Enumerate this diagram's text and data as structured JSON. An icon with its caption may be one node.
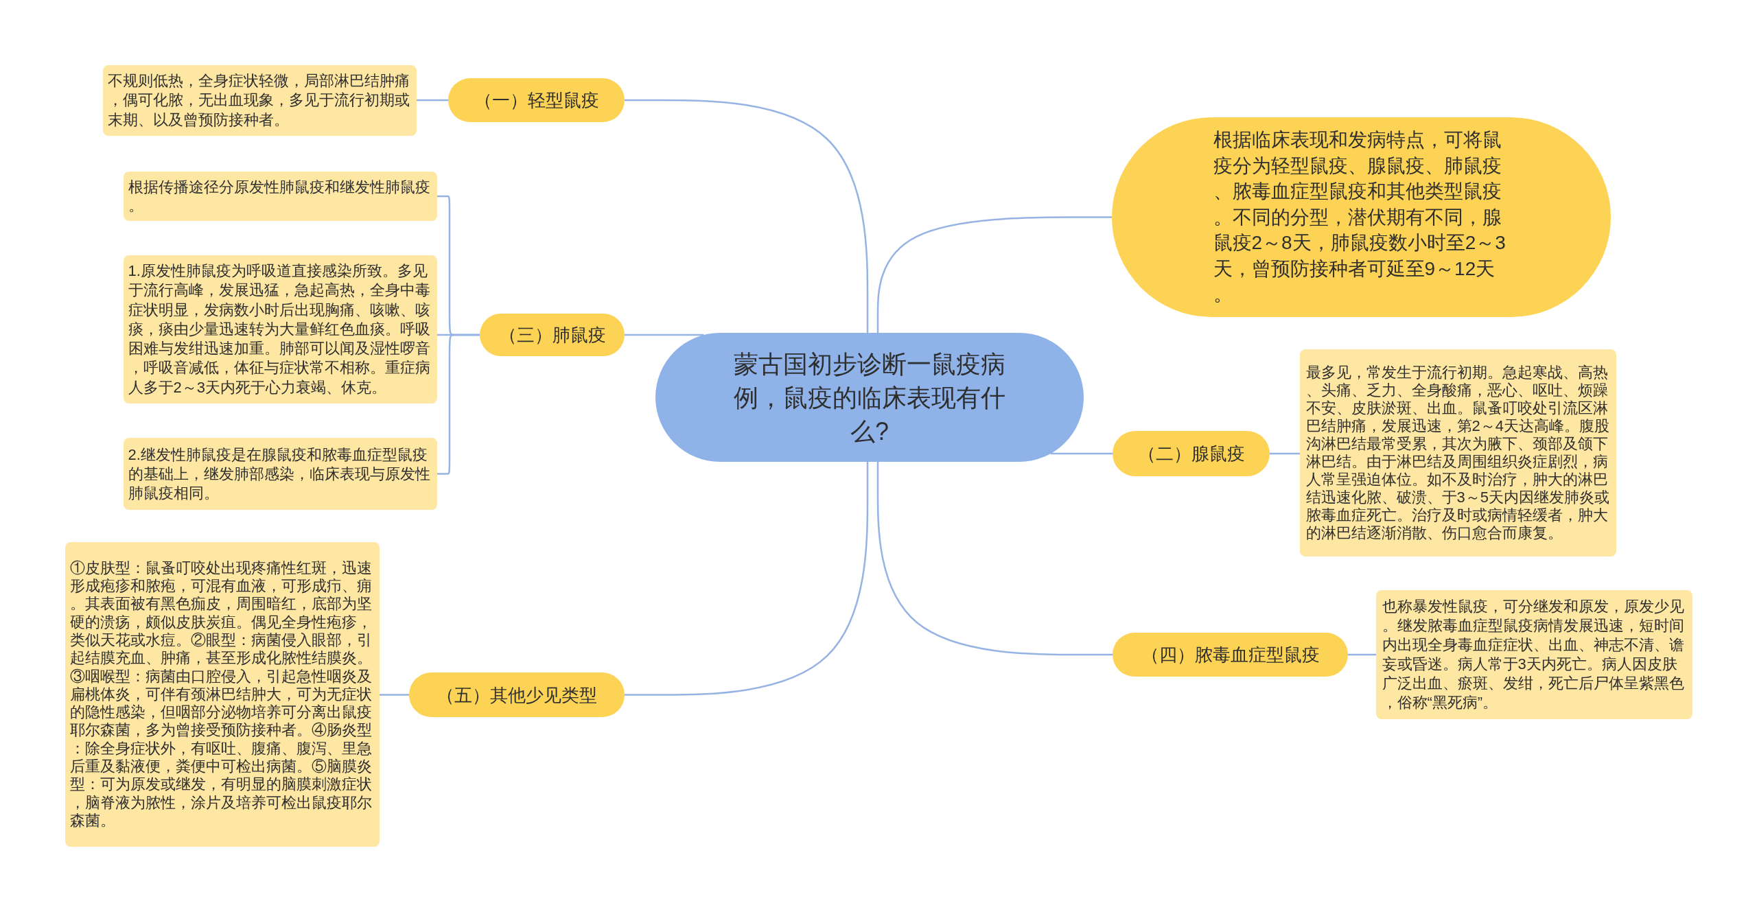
{
  "diagram": {
    "nodes": [
      {
        "text": [
          "蒙古国初步诊断一鼠疫病例，鼠疫的临床表现有什么?"
        ]
      },
      {
        "text": [
          "根据临床表现和发病特点，可将鼠疫分为轻型鼠疫、腺鼠疫、肺鼠疫、脓毒血症型鼠疫和其他类型鼠疫。不同的分型，潜伏期有不同，腺鼠疫2～8天，肺鼠疫数小时至2～3天，曾预防接种者可延至9～12天。"
        ]
      },
      {
        "text": [
          "（一）轻型鼠疫"
        ]
      },
      {
        "text": [
          "不规则低热，全身症状轻微，局部淋巴结肿痛，偶可化脓，无出血现象，多见于流行初期或末期、以及曾预防接种者。"
        ]
      },
      {
        "text": [
          "（二）腺鼠疫"
        ]
      },
      {
        "text": [
          "最多见，常发生于流行初期。急起寒战、高热、头痛、乏力、全身酸痛，恶心、呕吐、烦躁不安、皮肤淤斑、出血。鼠蚤叮咬处引流区淋巴结肿痛，发展迅速，第2～4天达高峰。腹股沟淋巴结最常受累，其次为腋下、颈部及颌下淋巴结。由于淋巴结及周围组织炎症剧烈，病人常呈强迫体位。如不及时治疗，肿大的淋巴结迅速化脓、破溃、于3～5天内因继发肺炎或脓毒血症死亡。治疗及时或病情轻缓者，肿大的淋巴结逐渐消散、伤口愈合而康复。"
        ]
      },
      {
        "text": [
          "（三）肺鼠疫"
        ]
      },
      {
        "text": [
          "根据传播途径分原发性肺鼠疫和继发性肺鼠疫。"
        ]
      },
      {
        "text": [
          "1.原发性肺鼠疫为呼吸道直接感染所致。多见于流行高峰，发展迅猛，急起高热，全身中毒症状明显，发病数小时后出现胸痛、咳嗽、咳痰，痰由少量迅速转为大量鲜红色血痰。呼吸困难与发绀迅速加重。肺部可以闻及湿性啰音，呼吸音减低，体征与症状常不相称。重症病人多于2～3天内死于心力衰竭、休克。"
        ]
      },
      {
        "text": [
          "2.继发性肺鼠疫是在腺鼠疫和脓毒血症型鼠疫的基础上，继发肺部感染，临床表现与原发性肺鼠疫相同。"
        ]
      },
      {
        "text": [
          "（四）脓毒血症型鼠疫"
        ]
      },
      {
        "text": [
          "也称暴发性鼠疫，可分继发和原发，原发少见。继发脓毒血症型鼠疫病情发展迅速，短时间内出现全身毒血症症状、出血、神志不清、谵妄或昏迷。病人常于3天内死亡。病人因皮肤广泛出血、瘀斑、发绀，死亡后尸体呈紫黑色，俗称“黑死病”。"
        ]
      },
      {
        "text": [
          "（五）其他少见类型"
        ]
      },
      {
        "text": [
          "①皮肤型：鼠蚤叮咬处出现疼痛性红斑，迅速形成疱疹和脓疱，可混有血液，可形成疖、痈。其表面被有黑色痂皮，周围暗红，底部为坚硬的溃疡，颇似皮肤炭疽。偶见全身性疱疹，类似天花或水痘。②眼型：病菌侵入眼部，引起结膜充血、肿痛，甚至形成化脓性结膜炎。③咽喉型：病菌由口腔侵入，引起急性咽炎及扁桃体炎，可伴有颈淋巴结肿大，可为无症状的隐性感染，但咽部分泌物培养可分离出鼠疫耶尔森菌，多为曾接受预防接种者。④肠炎型：除全身症状外，有呕吐、腹痛、腹泻、里急后重及黏液便，粪便中可检出病菌。⑤脑膜炎型：可为原发或继发，有明显的脑膜刺激症状，脑脊液为脓性，涂片及培养可检出鼠疫耶尔森菌。"
        ]
      }
    ],
    "edges": [
      {
        "from": 0,
        "to": 1,
        "arrow": "none"
      },
      {
        "from": 0,
        "to": 2,
        "arrow": "none"
      },
      {
        "from": 2,
        "to": 3,
        "arrow": "none"
      },
      {
        "from": 0,
        "to": 4,
        "arrow": "none"
      },
      {
        "from": 4,
        "to": 5,
        "arrow": "none"
      },
      {
        "from": 0,
        "to": 6,
        "arrow": "none"
      },
      {
        "from": 6,
        "to": 7,
        "arrow": "none"
      },
      {
        "from": 6,
        "to": 8,
        "arrow": "none"
      },
      {
        "from": 6,
        "to": 9,
        "arrow": "none"
      },
      {
        "from": 0,
        "to": 10,
        "arrow": "none"
      },
      {
        "from": 10,
        "to": 11,
        "arrow": "none"
      },
      {
        "from": 0,
        "to": 12,
        "arrow": "none"
      },
      {
        "from": 12,
        "to": 13,
        "arrow": "none"
      }
    ]
  }
}
